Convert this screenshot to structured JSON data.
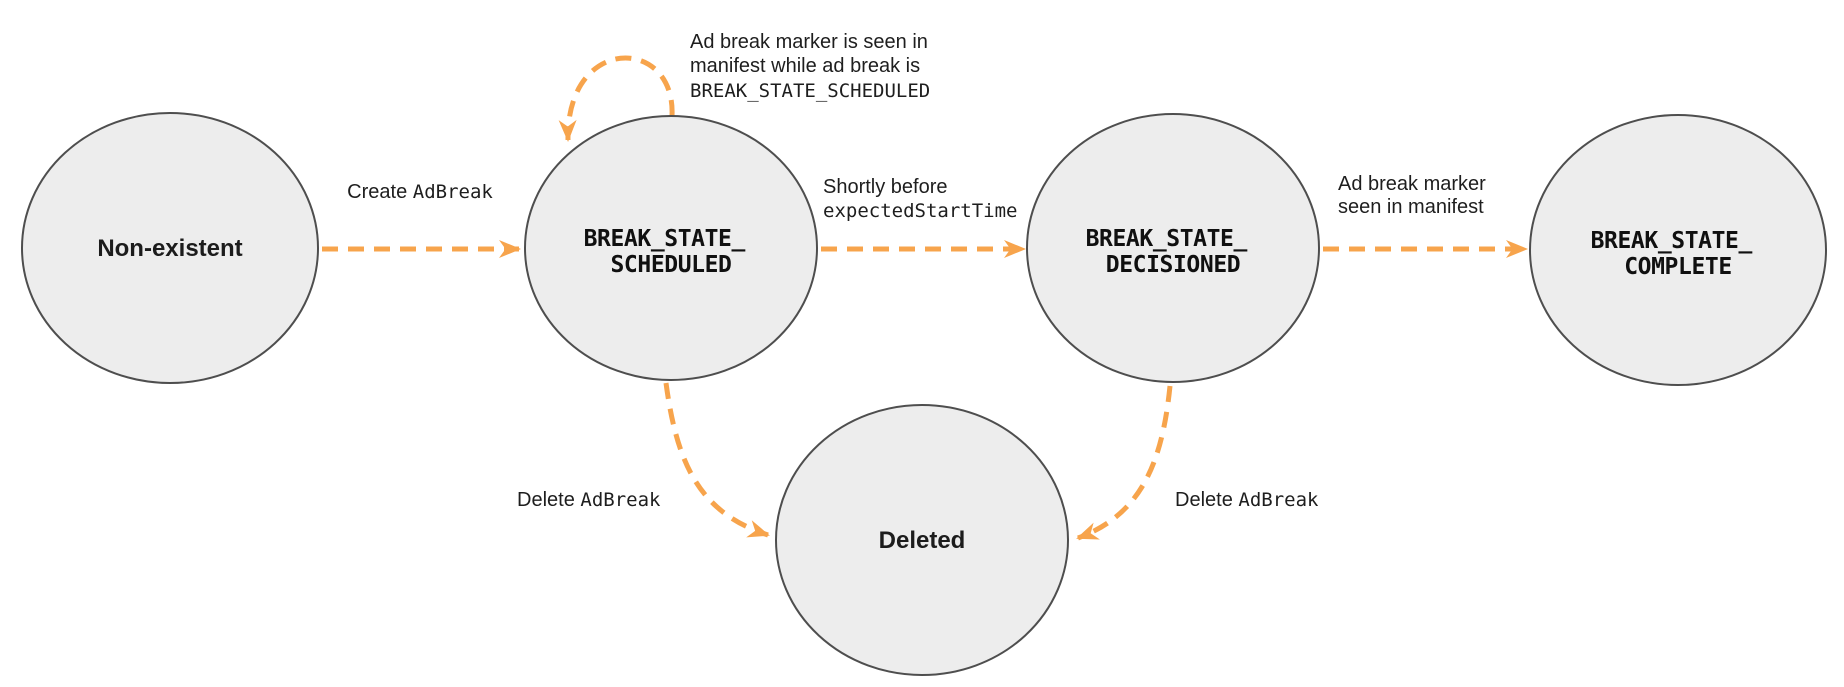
{
  "colors": {
    "accent": "#F7A44C",
    "node_fill": "#EDEDED",
    "node_stroke": "#4E4E4E",
    "text": "#1C1C1C"
  },
  "nodes": {
    "non_existent": {
      "label": "Non-existent"
    },
    "scheduled": {
      "line1": "BREAK_STATE_",
      "line2": "SCHEDULED"
    },
    "decisioned": {
      "line1": "BREAK_STATE_",
      "line2": "DECISIONED"
    },
    "complete": {
      "line1": "BREAK_STATE_",
      "line2": "COMPLETE"
    },
    "deleted": {
      "label": "Deleted"
    }
  },
  "edges": {
    "create": {
      "plain": "Create ",
      "code": "AdBreak"
    },
    "self_loop": {
      "line1": "Ad break marker is seen in",
      "line2": "manifest while ad break is",
      "line3": "BREAK_STATE_SCHEDULED"
    },
    "decision": {
      "plain": "Shortly before",
      "code": "expectedStartTime"
    },
    "complete": {
      "line1": "Ad break marker",
      "line2": "seen in manifest"
    },
    "delete_from_scheduled": {
      "plain": "Delete ",
      "code": "AdBreak"
    },
    "delete_from_decisioned": {
      "plain": "Delete ",
      "code": "AdBreak"
    }
  }
}
